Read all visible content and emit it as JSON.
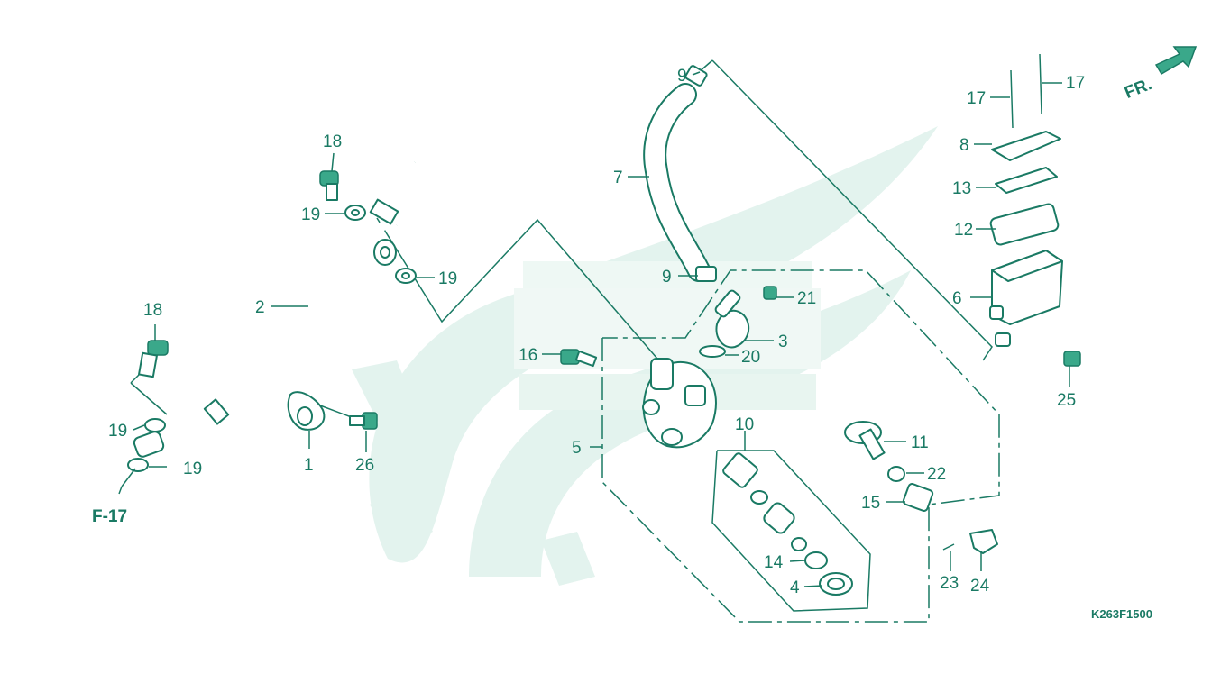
{
  "diagram": {
    "code": "K263F1500",
    "direction_label": "FR.",
    "reference": "F-17",
    "colors": {
      "ink": "#1a7a64",
      "watermark": "#e3f3ee",
      "part_fill": "#3aa88a"
    },
    "callouts": [
      {
        "id": "c1",
        "text": "1"
      },
      {
        "id": "c2",
        "text": "2"
      },
      {
        "id": "c3",
        "text": "3"
      },
      {
        "id": "c4",
        "text": "4"
      },
      {
        "id": "c5",
        "text": "5"
      },
      {
        "id": "c6",
        "text": "6"
      },
      {
        "id": "c7",
        "text": "7"
      },
      {
        "id": "c8",
        "text": "8"
      },
      {
        "id": "c9a",
        "text": "9"
      },
      {
        "id": "c9b",
        "text": "9"
      },
      {
        "id": "c10",
        "text": "10"
      },
      {
        "id": "c11",
        "text": "11"
      },
      {
        "id": "c12",
        "text": "12"
      },
      {
        "id": "c13",
        "text": "13"
      },
      {
        "id": "c14",
        "text": "14"
      },
      {
        "id": "c15",
        "text": "15"
      },
      {
        "id": "c16",
        "text": "16"
      },
      {
        "id": "c17a",
        "text": "17"
      },
      {
        "id": "c17b",
        "text": "17"
      },
      {
        "id": "c18a",
        "text": "18"
      },
      {
        "id": "c18b",
        "text": "18"
      },
      {
        "id": "c19a",
        "text": "19"
      },
      {
        "id": "c19b",
        "text": "19"
      },
      {
        "id": "c19c",
        "text": "19"
      },
      {
        "id": "c19d",
        "text": "19"
      },
      {
        "id": "c20",
        "text": "20"
      },
      {
        "id": "c21",
        "text": "21"
      },
      {
        "id": "c22",
        "text": "22"
      },
      {
        "id": "c23",
        "text": "23"
      },
      {
        "id": "c24",
        "text": "24"
      },
      {
        "id": "c25",
        "text": "25"
      },
      {
        "id": "c26",
        "text": "26"
      }
    ]
  }
}
